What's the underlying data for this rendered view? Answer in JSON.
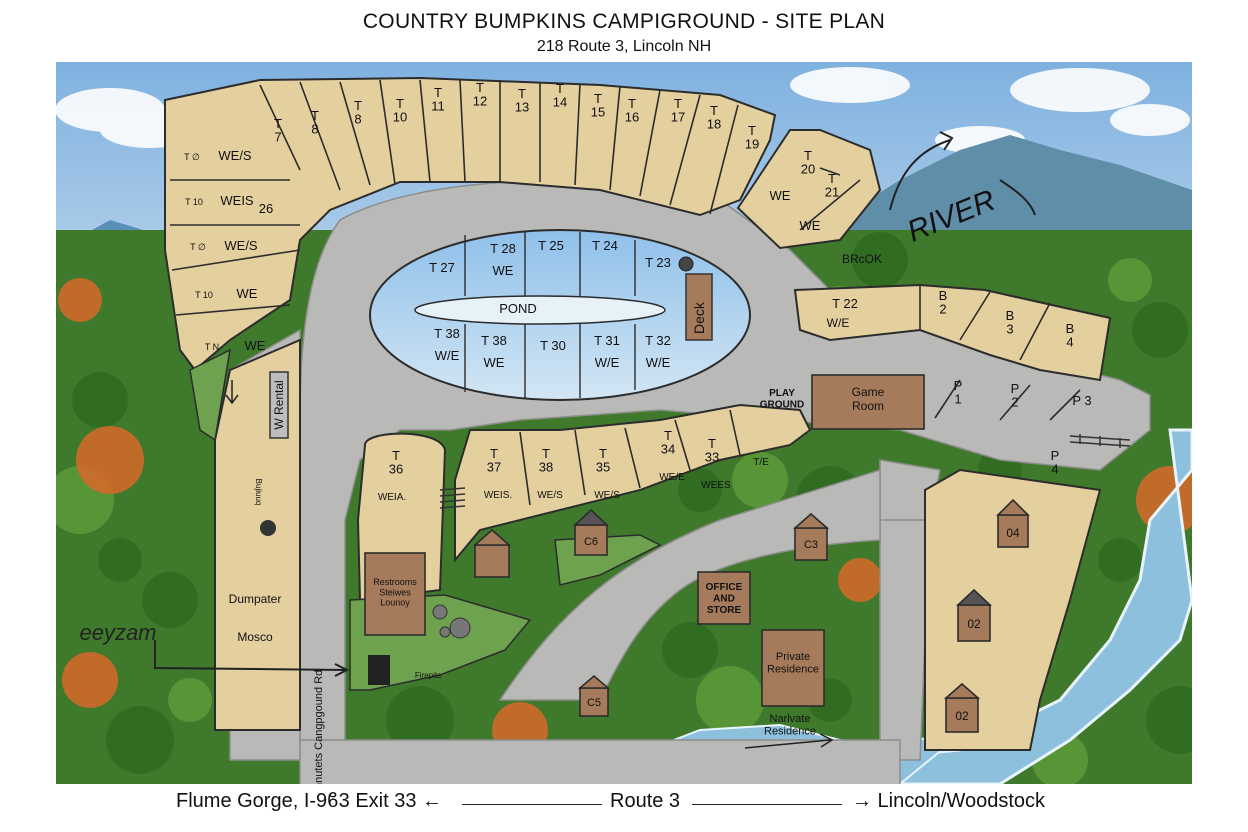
{
  "header": {
    "title": "COUNTRY BUMPKINS CAMPIGROUND - SITE PLAN",
    "address": "218 Route 3, Lincoln NH"
  },
  "footer": {
    "left": "Flume Gorge, I-9ϐ3 Exit 33 ←",
    "center": "Route 3",
    "right": "→ Lincoln/Woodstock"
  },
  "map": {
    "colors": {
      "sky": "#9fc4e6",
      "road": "#b9b9b7",
      "site": "#e4cf9f",
      "pond": "#bcd8ef",
      "grass": "#6fa24e",
      "forest": "#3f7a2c",
      "building": "#a67b5b",
      "river": "#8cc0dc",
      "autumn": "#d7682a"
    },
    "labels": {
      "pond": "POND",
      "deck": "Deck",
      "brook": "BRcOK",
      "river": "RIVER",
      "play_ground": "PLAY\nGROUND",
      "game_room": "Game\nRoom",
      "rv_rental": "W Rental",
      "pavilion_side": "Bujiuuq",
      "dumpster": "Dumpater",
      "mosco": "Mosco",
      "road_name": "County Ennutets Cangpgound Rd",
      "restrooms": "Restrooms\nSteiwes\nLounoy",
      "firepit": "Firepits",
      "office": "OFFICE\nAND\nSTORE",
      "private_residence": "Private\nResidence",
      "private_residence_2": "Narlvate\nResidence",
      "scribble": "eeyzam",
      "c6": "C6",
      "c3": "C3",
      "c5": "C5",
      "cabin_04": "04",
      "cabin_02a": "02",
      "cabin_02b": "02"
    },
    "sites_left": [
      {
        "num": "T ∅",
        "type": "WE/S"
      },
      {
        "num": "T 10",
        "type": "WEIS"
      },
      {
        "num": "T ∅",
        "type": "WE/S"
      },
      {
        "num": "T 10",
        "type": "WE"
      },
      {
        "num": "T N",
        "type": "WE"
      }
    ],
    "site_26": "26",
    "sites_top": [
      "T\n7",
      "T\n8",
      "T\n8",
      "T\n10",
      "T\n11",
      "T\n12",
      "T\n13",
      "T\n14",
      "T\n15",
      "T\n16",
      "T\n17",
      "T\n18",
      "T\n19"
    ],
    "sites_ne": [
      {
        "num": "T\n20",
        "type": "WE"
      },
      {
        "num": "T\n21",
        "type": "WE"
      }
    ],
    "sites_pond_top": [
      {
        "num": "T 27",
        "type": ""
      },
      {
        "num": "T 28",
        "type": "WE"
      },
      {
        "num": "T 25",
        "type": ""
      },
      {
        "num": "T 24",
        "type": ""
      },
      {
        "num": "T 23",
        "type": ""
      }
    ],
    "sites_pond_bottom": [
      {
        "num": "T 38",
        "type": "W/E"
      },
      {
        "num": "T 38",
        "type": "WE"
      },
      {
        "num": "T 30",
        "type": ""
      },
      {
        "num": "T 31",
        "type": "W/E"
      },
      {
        "num": "T 32",
        "type": "W/E"
      }
    ],
    "site_22": {
      "num": "T 22",
      "type": "W/E"
    },
    "sites_b": [
      "B\n2",
      "B\n3",
      "B\n4"
    ],
    "sites_p": [
      "P\n1",
      "P\n2",
      "P 3",
      "P\n4"
    ],
    "sites_mid": [
      {
        "num": "T\n37",
        "type": "WEIS."
      },
      {
        "num": "T\n38",
        "type": "WE/S"
      },
      {
        "num": "T\n35",
        "type": "WE/S"
      },
      {
        "num": "T\n34",
        "type": "WE/E"
      },
      {
        "num": "T\n33",
        "type": "WEES"
      },
      {
        "num": "",
        "type": "T/E"
      }
    ],
    "site_36": {
      "num": "T\n36",
      "type": "WEIA."
    }
  }
}
